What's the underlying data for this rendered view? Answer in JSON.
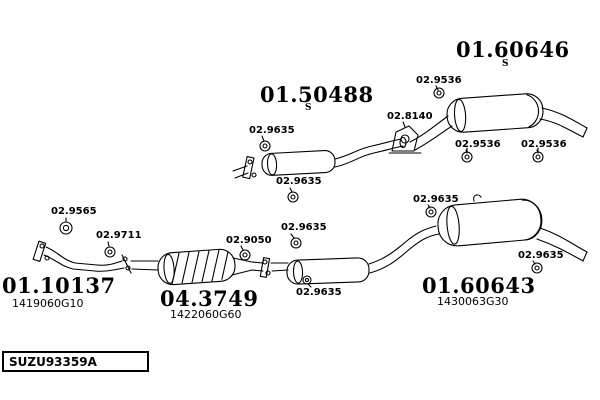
{
  "style": {
    "ink": "#000000",
    "background": "#ffffff"
  },
  "parts": {
    "p1": {
      "number": "01.60646",
      "variant": "S"
    },
    "p2": {
      "number": "01.50488",
      "variant": "S"
    },
    "p3": {
      "number": "01.10137",
      "ref": "1419060G10"
    },
    "p4": {
      "number": "04.3749",
      "ref": "1422060G60"
    },
    "p5": {
      "number": "01.60643",
      "ref": "1430063G30"
    }
  },
  "fittings": [
    {
      "number": "02.9536",
      "icon": "mount-ring"
    },
    {
      "number": "02.8140",
      "icon": "hanger-bracket"
    },
    {
      "number": "02.9536",
      "icon": "mount-ring"
    },
    {
      "number": "02.9536",
      "icon": "mount-ring"
    },
    {
      "number": "02.9635",
      "icon": "mount-ring"
    },
    {
      "number": "02.9635",
      "icon": "mount-ring"
    },
    {
      "number": "02.9565",
      "icon": "mount-ring"
    },
    {
      "number": "02.9711",
      "icon": "mount-ring"
    },
    {
      "number": "02.9050",
      "icon": "mount-ring"
    },
    {
      "number": "02.9635",
      "icon": "mount-ring"
    },
    {
      "number": "02.9635",
      "icon": "mount-ring"
    },
    {
      "number": "02.9635",
      "icon": "mount-ring"
    },
    {
      "number": "02.9635",
      "icon": "mount-ring"
    }
  ],
  "footer": {
    "code": "SUZU93359A"
  }
}
